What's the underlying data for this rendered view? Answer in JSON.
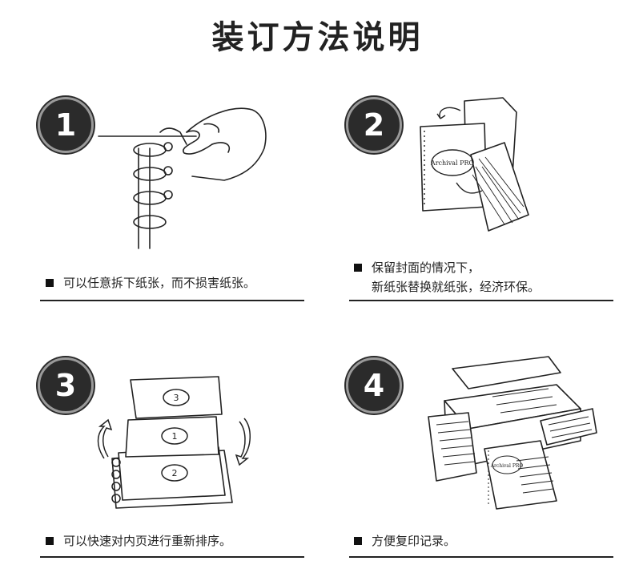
{
  "title": "装订方法说明",
  "steps": [
    {
      "number": "1",
      "lines": [
        "可以任意拆下纸张，而不损害纸张。"
      ]
    },
    {
      "number": "2",
      "lines": [
        "保留封面的情况下，",
        "新纸张替换就纸张，经济环保。"
      ]
    },
    {
      "number": "3",
      "lines": [
        "可以快速对内页进行重新排序。"
      ]
    },
    {
      "number": "4",
      "lines": [
        "方便复印记录。"
      ]
    }
  ],
  "illustrations": {
    "notebook_brand": "Archival PRO",
    "page_marks": [
      "3",
      "1",
      "2"
    ]
  }
}
